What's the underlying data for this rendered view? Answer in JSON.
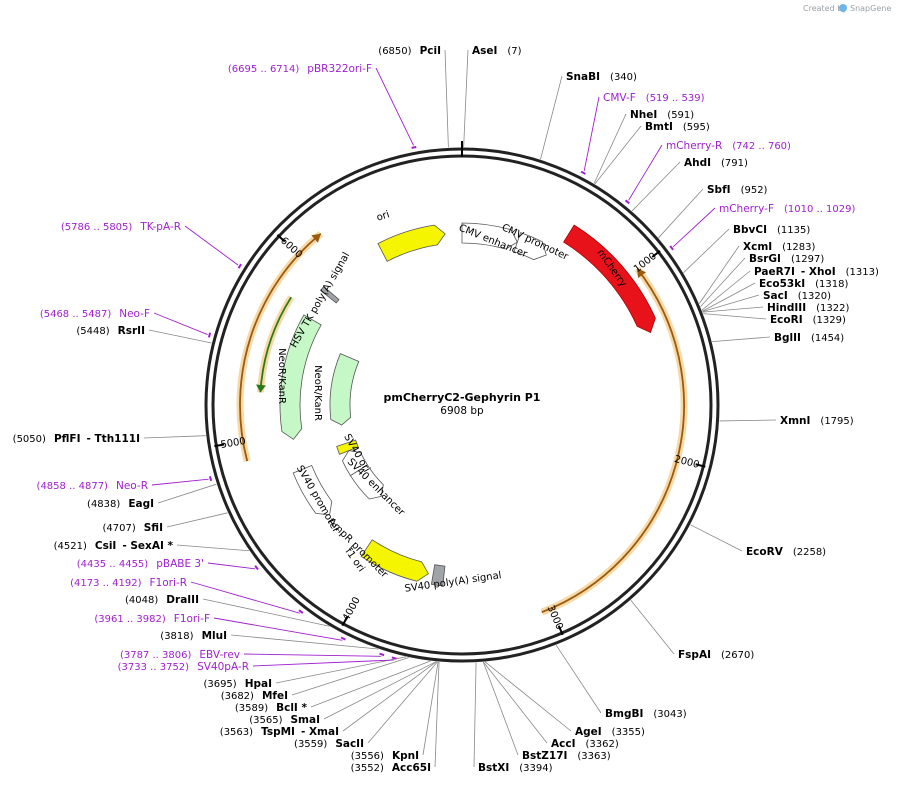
{
  "credit": {
    "created_by": "Created by",
    "brand": "SnapGene"
  },
  "plasmid": {
    "name": "pmCherryC2-Gephyrin P1",
    "size_label": "6908 bp",
    "length": 6908
  },
  "ticks": [
    {
      "bp": 1000,
      "label": "1000"
    },
    {
      "bp": 2000,
      "label": "2000"
    },
    {
      "bp": 3000,
      "label": "3000"
    },
    {
      "bp": 4000,
      "label": "4000"
    },
    {
      "bp": 5000,
      "label": "5000"
    },
    {
      "bp": 6000,
      "label": "6000"
    }
  ],
  "features": [
    {
      "name": "mCherry",
      "ring": "mid",
      "start": 613,
      "end": 1323,
      "color": "#e8131a",
      "dir": 1
    },
    {
      "name": "CMV promoter",
      "ring": "inner1",
      "start": 360,
      "end": 563,
      "color": "#ffffff",
      "dir": 1
    },
    {
      "name": "CMV enhancer",
      "ring": "inner1",
      "start": 6908,
      "end": 360,
      "color": "#ffffff",
      "dir": 1
    },
    {
      "name": "ori",
      "ring": "inner1",
      "start": 6380,
      "end": 6800,
      "color": "#f5f500",
      "dir": 1
    },
    {
      "name": "HSV TK poly(A) signal",
      "ring": "inner1",
      "start": 5930,
      "end": 5960,
      "color": "#a0a4a8",
      "dir": 0
    },
    {
      "name": "NeoR/KanR",
      "ring": "inner1",
      "start": 4960,
      "end": 5750,
      "color": "#c6f7c6",
      "dir": -1
    },
    {
      "name": "SV40 promoter",
      "ring": "inner1",
      "start": 4420,
      "end": 4760,
      "color": "#ffffff",
      "dir": -1
    },
    {
      "name": "f1 ori",
      "ring": "inner1",
      "start": 3670,
      "end": 4100,
      "color": "#f5f500",
      "dir": -1
    },
    {
      "name": "SV40 poly(A) signal",
      "ring": "inner1",
      "start": 3570,
      "end": 3640,
      "color": "#a0a4a8",
      "dir": 0
    },
    {
      "name": "NeoR/KanR",
      "ring": "inner2",
      "start": 5000,
      "end": 5620,
      "color": "#c6f7c6",
      "dir": -1
    },
    {
      "name": "SV40 ori",
      "ring": "inner2",
      "start": 4760,
      "end": 4830,
      "color": "#f5f500",
      "dir": 0
    },
    {
      "name": "SV40 enhancer",
      "ring": "inner2",
      "start": 4560,
      "end": 4760,
      "color": "#ffffff",
      "dir": 1
    },
    {
      "name": "AmpR promoter",
      "ring": "inner2",
      "start": 4250,
      "end": 4560,
      "color": "#ffffff",
      "dir": -1
    }
  ],
  "outer_features": [
    {
      "start": 1000,
      "end": 3050,
      "color": "#f0a030",
      "dir": -1,
      "ring": "o1"
    },
    {
      "start": 4900,
      "end": 6150,
      "color": "#f0a030",
      "dir": 1,
      "ring": "o1"
    },
    {
      "start": 5250,
      "end": 5800,
      "color": "#3aa02a",
      "dir": -1,
      "ring": "o2"
    }
  ],
  "sites": [
    {
      "name": "PciI",
      "pos": "(6850)",
      "bp": 6850
    },
    {
      "name": "AseI",
      "pos": "(7)",
      "bp": 7
    },
    {
      "name": "SnaBI",
      "pos": "(340)",
      "bp": 340
    },
    {
      "name": "NheI",
      "pos": "(591)",
      "bp": 591
    },
    {
      "name": "BmtI",
      "pos": "(595)",
      "bp": 595
    },
    {
      "name": "AhdI",
      "pos": "(791)",
      "bp": 791
    },
    {
      "name": "SbfI",
      "pos": "(952)",
      "bp": 952
    },
    {
      "name": "BbvCI",
      "pos": "(1135)",
      "bp": 1135
    },
    {
      "name": "XcmI",
      "pos": "(1283)",
      "bp": 1283
    },
    {
      "name": "BsrGI",
      "pos": "(1297)",
      "bp": 1297
    },
    {
      "name": "PaeR7I",
      "extra": "- XhoI",
      "pos": "(1313)",
      "bp": 1313
    },
    {
      "name": "Eco53kI",
      "pos": "(1318)",
      "bp": 1318
    },
    {
      "name": "SacI",
      "pos": "(1320)",
      "bp": 1320
    },
    {
      "name": "HindIII",
      "pos": "(1322)",
      "bp": 1322
    },
    {
      "name": "EcoRI",
      "pos": "(1329)",
      "bp": 1329
    },
    {
      "name": "BglII",
      "pos": "(1454)",
      "bp": 1454
    },
    {
      "name": "XmnI",
      "pos": "(1795)",
      "bp": 1795
    },
    {
      "name": "EcoRV",
      "pos": "(2258)",
      "bp": 2258
    },
    {
      "name": "FspAI",
      "pos": "(2670)",
      "bp": 2670
    },
    {
      "name": "BmgBI",
      "pos": "(3043)",
      "bp": 3043
    },
    {
      "name": "AgeI",
      "pos": "(3355)",
      "bp": 3355
    },
    {
      "name": "AccI",
      "pos": "(3362)",
      "bp": 3362
    },
    {
      "name": "BstZ17I",
      "pos": "(3363)",
      "bp": 3363
    },
    {
      "name": "BstXI",
      "pos": "(3394)",
      "bp": 3394
    },
    {
      "name": "Acc65I",
      "pos": "(3552)",
      "bp": 3552
    },
    {
      "name": "KpnI",
      "pos": "(3556)",
      "bp": 3556
    },
    {
      "name": "SacII",
      "pos": "(3559)",
      "bp": 3559
    },
    {
      "name": "TspMI",
      "extra": "- XmaI",
      "pos": "(3563)",
      "bp": 3563
    },
    {
      "name": "SmaI",
      "pos": "(3565)",
      "bp": 3565
    },
    {
      "name": "BclI *",
      "pos": "(3589)",
      "bp": 3589
    },
    {
      "name": "MfeI",
      "pos": "(3682)",
      "bp": 3682
    },
    {
      "name": "HpaI",
      "pos": "(3695)",
      "bp": 3695
    },
    {
      "name": "MluI",
      "pos": "(3818)",
      "bp": 3818
    },
    {
      "name": "DraIII",
      "pos": "(4048)",
      "bp": 4048
    },
    {
      "name": "CsiI",
      "extra": "- SexAI *",
      "pos": "(4521)",
      "bp": 4521
    },
    {
      "name": "SfiI",
      "pos": "(4707)",
      "bp": 4707
    },
    {
      "name": "EagI",
      "pos": "(4838)",
      "bp": 4838
    },
    {
      "name": "PflFI",
      "extra": "- Tth111I",
      "pos": "(5050)",
      "bp": 5050
    },
    {
      "name": "RsrII",
      "pos": "(5448)",
      "bp": 5448
    }
  ],
  "primers": [
    {
      "name": "pBR322ori-F",
      "pos": "(6695 .. 6714)",
      "bp": 6705
    },
    {
      "name": "CMV-F",
      "pos": "(519 .. 539)",
      "bp": 529
    },
    {
      "name": "mCherry-R",
      "pos": "(742 .. 760)",
      "bp": 751
    },
    {
      "name": "mCherry-F",
      "pos": "(1010 .. 1029)",
      "bp": 1020
    },
    {
      "name": "TK-pA-R",
      "pos": "(5786 .. 5805)",
      "bp": 5795
    },
    {
      "name": "Neo-F",
      "pos": "(5468 .. 5487)",
      "bp": 5478
    },
    {
      "name": "Neo-R",
      "pos": "(4858 .. 4877)",
      "bp": 4868
    },
    {
      "name": "pBABE 3'",
      "pos": "(4435 .. 4455)",
      "bp": 4445
    },
    {
      "name": "F1ori-R",
      "pos": "(4173 .. 4192)",
      "bp": 4182
    },
    {
      "name": "F1ori-F",
      "pos": "(3961 .. 3982)",
      "bp": 3971
    },
    {
      "name": "EBV-rev",
      "pos": "(3787 .. 3806)",
      "bp": 3796
    },
    {
      "name": "SV40pA-R",
      "pos": "(3733 .. 3752)",
      "bp": 3742
    }
  ]
}
